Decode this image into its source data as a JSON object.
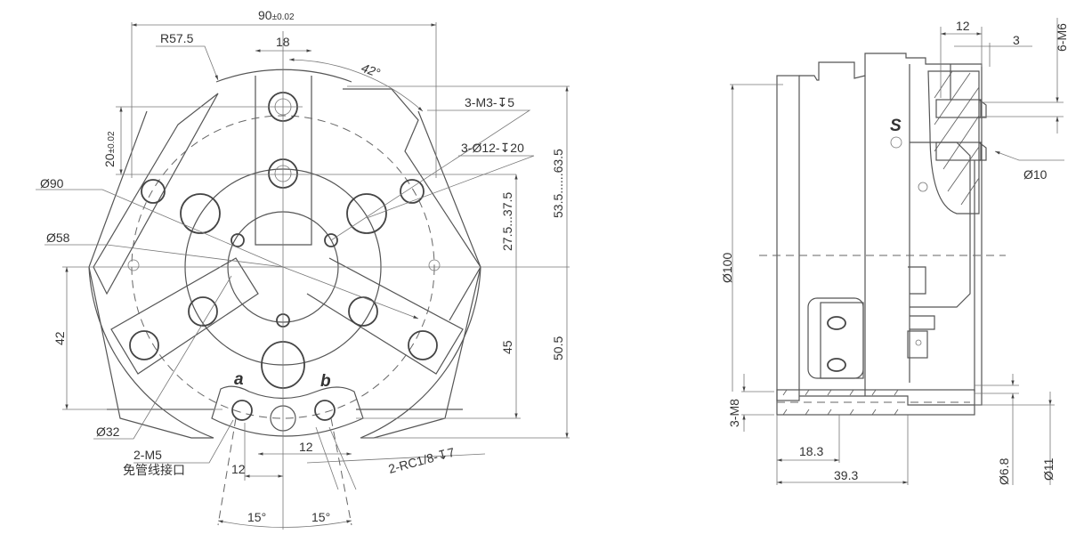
{
  "front_view": {
    "dim_width": "90",
    "dim_width_tol": "±0.02",
    "radius": "R57.5",
    "dim_18": "18",
    "angle_42": "42°",
    "thread_m3": "3-M3-↧5",
    "hole_d12": "3-Ø12-↧20",
    "range_53_63": "53.5......63.5",
    "range_27_37": "27.5...37.5",
    "dim_20": "20",
    "dim_20_tol": "±0.02",
    "dia_90": "Ø90",
    "dia_58": "Ø58",
    "dim_42": "42",
    "dim_45": "45",
    "dim_50_5": "50.5",
    "port_a": "a",
    "port_b": "b",
    "dia_32": "Ø32",
    "thread_m5": "2-M5",
    "hoseless_port": "免管线接口",
    "dim_12_upper": "12",
    "dim_12_lower": "12",
    "thread_rc": "2-RC1/8-↧7",
    "angle_15_left": "15°",
    "angle_15_right": "15°"
  },
  "side_view": {
    "dim_12": "12",
    "dim_3": "3",
    "thread_m6": "6-M6",
    "mark_s": "S",
    "dia_10": "Ø10",
    "dia_100": "Ø100",
    "thread_m8": "3-M8",
    "dim_18_3": "18.3",
    "dim_39_3": "39.3",
    "dia_6_8": "Ø6.8",
    "dia_11": "Ø11"
  }
}
